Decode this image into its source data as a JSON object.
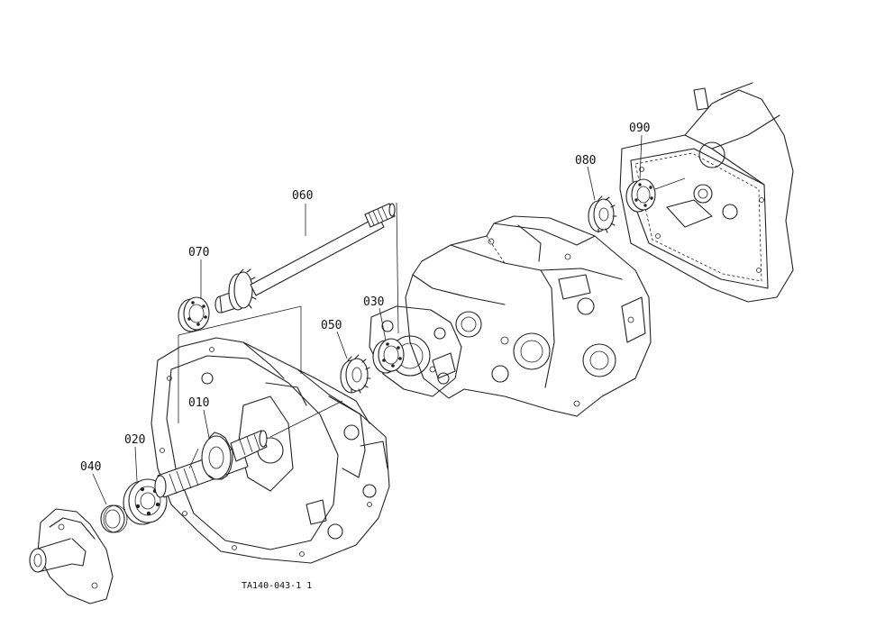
{
  "callouts": {
    "p010": "010",
    "p020": "020",
    "p030": "030",
    "p040": "040",
    "p050": "050",
    "p060": "060",
    "p070": "070",
    "p080": "080",
    "p090": "090"
  },
  "drawing_code": "TA140-043-1 1"
}
